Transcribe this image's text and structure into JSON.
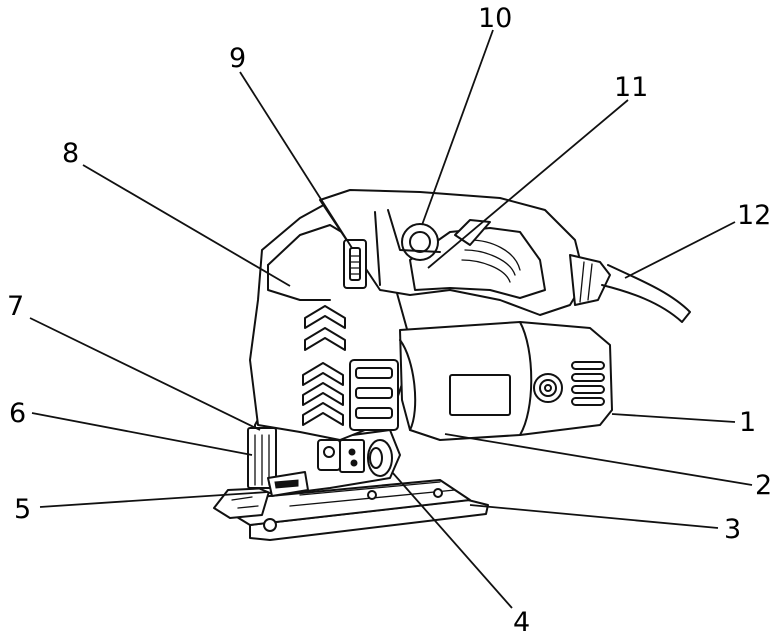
{
  "callouts": [
    {
      "id": "1",
      "label": "1"
    },
    {
      "id": "2",
      "label": "2"
    },
    {
      "id": "3",
      "label": "3"
    },
    {
      "id": "4",
      "label": "4"
    },
    {
      "id": "5",
      "label": "5"
    },
    {
      "id": "6",
      "label": "6"
    },
    {
      "id": "7",
      "label": "7"
    },
    {
      "id": "8",
      "label": "8"
    },
    {
      "id": "9",
      "label": "9"
    },
    {
      "id": "10",
      "label": "10"
    },
    {
      "id": "11",
      "label": "11"
    },
    {
      "id": "12",
      "label": "12"
    }
  ],
  "colors": {
    "line": "#111111",
    "background": "#ffffff"
  }
}
